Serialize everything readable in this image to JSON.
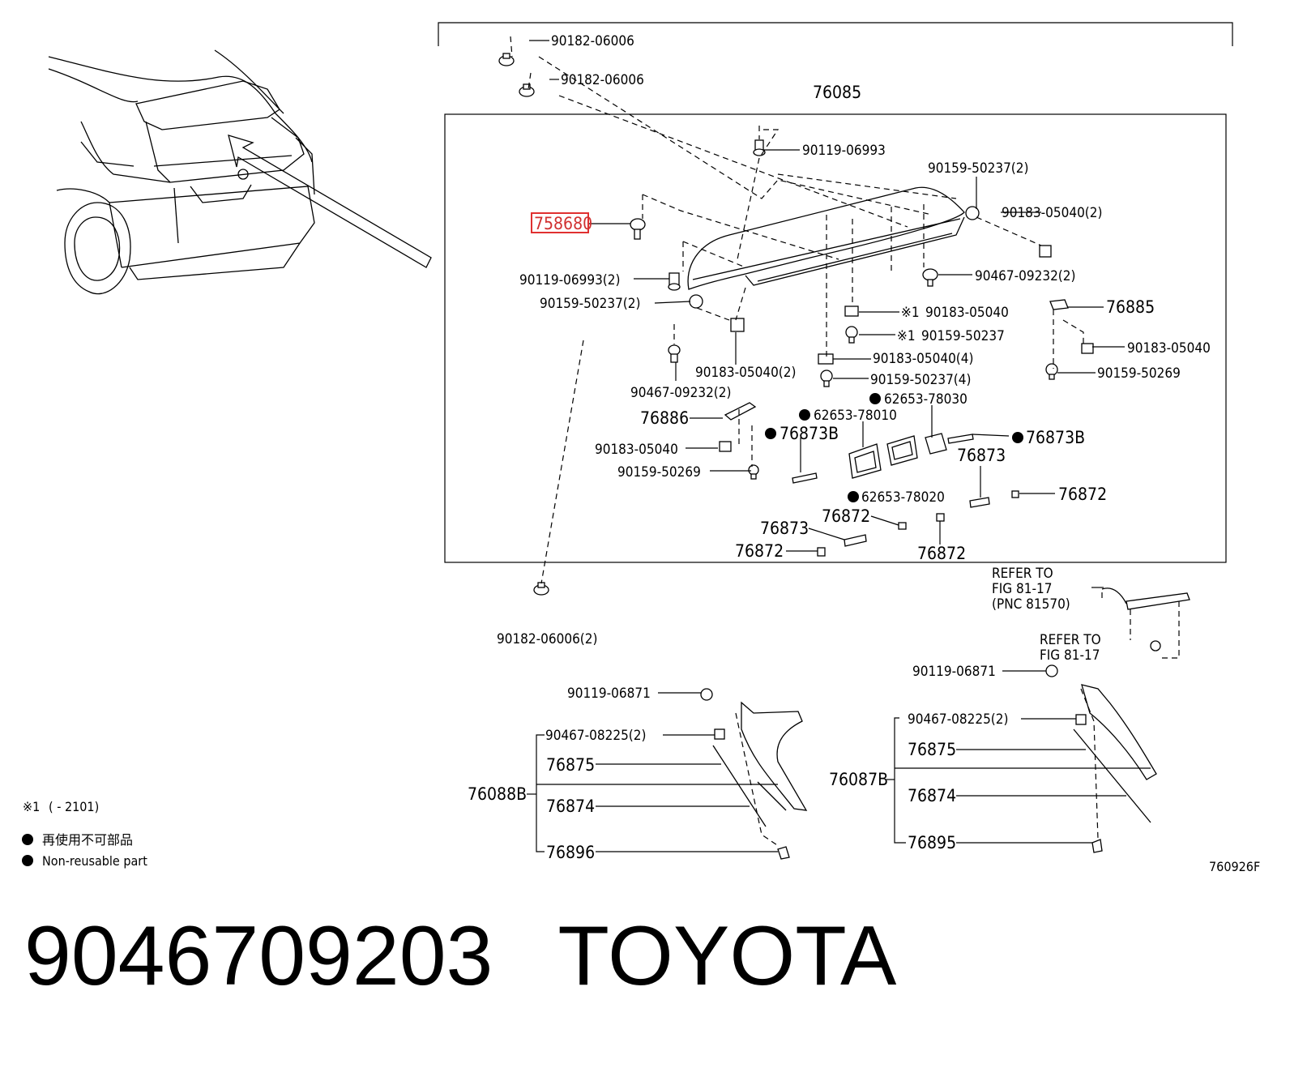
{
  "callouts": {
    "c1": "90182-06006",
    "c2": "90182-06006",
    "c3": "76085",
    "c4": "90119-06993",
    "c5": "90159-50237(2)",
    "c6": "758680",
    "c7": "90183-05040(2)",
    "c8": "90119-06993(2)",
    "c9": "90467-09232(2)",
    "c10": "90159-50237(2)",
    "c11": "※1",
    "c12": "90183-05040",
    "c13": "76885",
    "c14": "※1",
    "c15": "90159-50237",
    "c16": "90183-05040(4)",
    "c17": "90183-05040",
    "c18": "90183-05040(2)",
    "c19": "90159-50237(4)",
    "c20": "90159-50269",
    "c21": "90467-09232(2)",
    "c22": "62653-78030",
    "c23": "62653-78010",
    "c24": "76886",
    "c25": "76873B",
    "c26": "76873B",
    "c27": "90183-05040",
    "c28": "76873",
    "c29": "90159-50269",
    "c30": "62653-78020",
    "c31": "76872",
    "c32": "76872",
    "c33": "76873",
    "c34": "76872",
    "c35": "76872",
    "c36": "REFER TO",
    "c37": "FIG 81-17",
    "c38": "(PNC 81570)",
    "c39": "90182-06006(2)",
    "c40": "REFER TO",
    "c41": "FIG 81-17",
    "c42": "90119-06871",
    "c43": "90119-06871",
    "c44": "90467-08225(2)",
    "c45": "90467-08225(2)",
    "c46": "76875",
    "c47": "76875",
    "c48": "76087B",
    "c49": "76088B",
    "c50": "76874",
    "c51": "76874",
    "c52": "76895",
    "c53": "76896"
  },
  "notes": {
    "sym": "※1",
    "range": "(    - 2101)",
    "nr_cn": "再使用不可部品",
    "nr_en": "Non-reusable part",
    "fig_code": "760926F"
  },
  "footer": {
    "part_number": "9046709203",
    "brand": "TOYOTA"
  },
  "highlight_color": "#e03030"
}
